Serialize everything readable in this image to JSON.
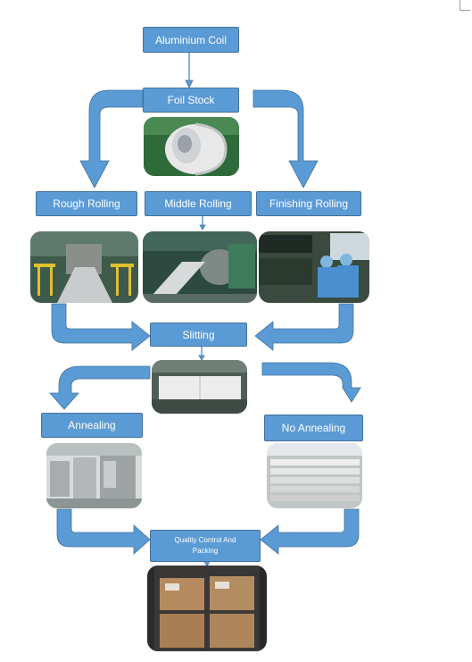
{
  "diagram": {
    "steps": {
      "aluminium_coil": "Aluminium Coil",
      "foil_stock": "Foil Stock",
      "rough_rolling": "Rough Rolling",
      "middle_rolling": "Middle Rolling",
      "finishing_rolling": "Finishing Rolling",
      "slitting": "Slitting",
      "annealing": "Annealing",
      "no_annealing": "No Annealing",
      "quality_control_line1": "Quality Control And",
      "quality_control_line2": "Packing"
    },
    "colors": {
      "box_fill": "#5b9bd5",
      "box_border": "#41719c",
      "arrow_fill": "#5b9bd5"
    }
  }
}
